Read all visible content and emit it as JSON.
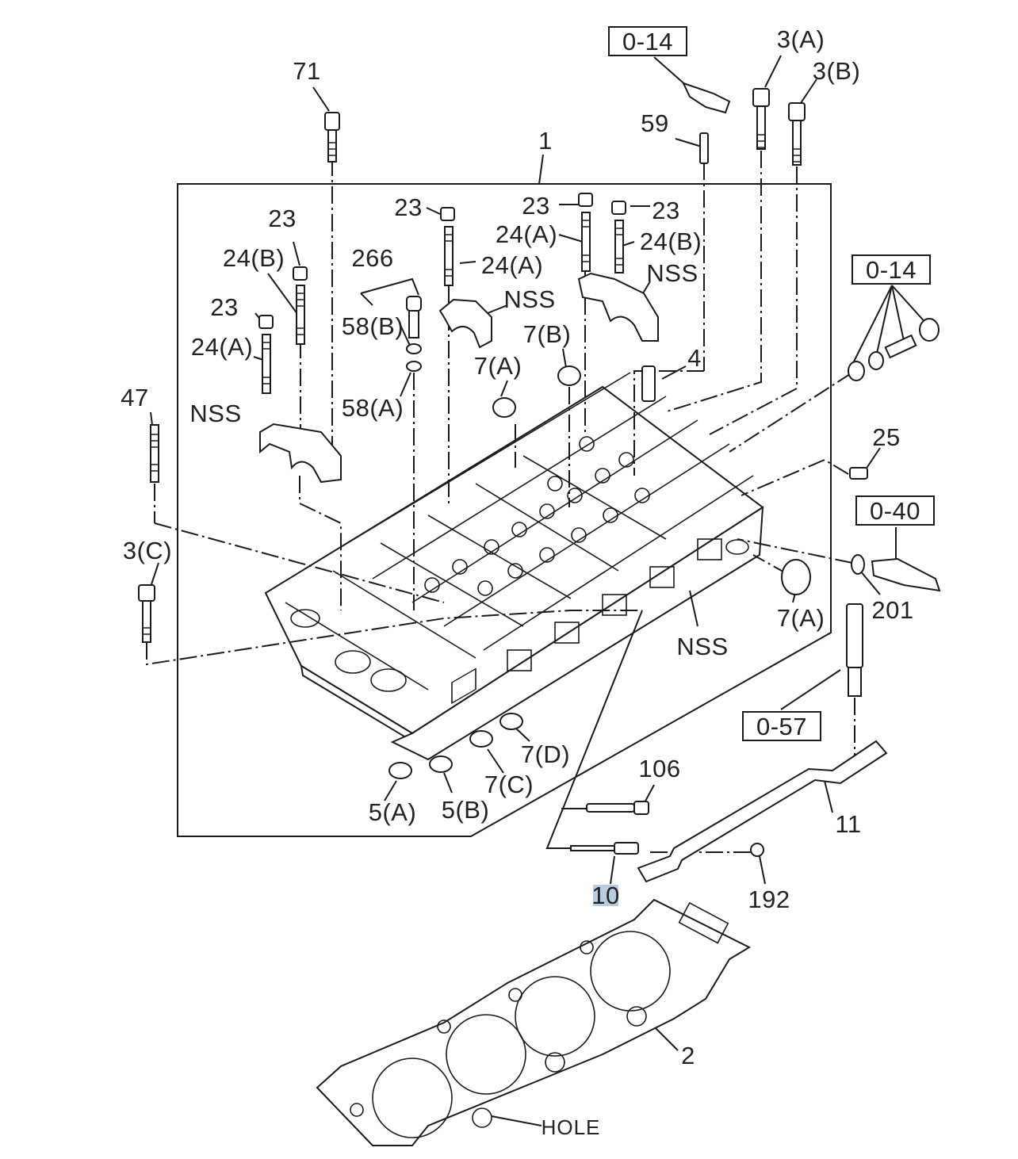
{
  "colors": {
    "line": "#1a1a1a",
    "background": "#ffffff",
    "highlight": "#b8cce4"
  },
  "boxed_refs": {
    "ref_0_14_top": "0-14",
    "ref_0_14_right": "0-14",
    "ref_0_40": "0-40",
    "ref_0_57": "0-57"
  },
  "callouts": {
    "c_1": "1",
    "c_2": "2",
    "c_3a": "3(A)",
    "c_3b": "3(B)",
    "c_3c": "3(C)",
    "c_4": "4",
    "c_5a": "5(A)",
    "c_5b": "5(B)",
    "c_7a_top": "7(A)",
    "c_7b": "7(B)",
    "c_7a_right": "7(A)",
    "c_7c": "7(C)",
    "c_7d": "7(D)",
    "c_10": "10",
    "c_11": "11",
    "c_23_a": "23",
    "c_23_b": "23",
    "c_23_c": "23",
    "c_23_d": "23",
    "c_23_e": "23",
    "c_24a_left": "24(A)",
    "c_24b_left": "24(B)",
    "c_24a_mid": "24(A)",
    "c_24a_top": "24(A)",
    "c_24b_right": "24(B)",
    "c_25": "25",
    "c_47": "47",
    "c_58a": "58(A)",
    "c_58b": "58(B)",
    "c_59": "59",
    "c_71": "71",
    "c_106": "106",
    "c_192": "192",
    "c_201": "201",
    "c_266": "266",
    "nss_left": "NSS",
    "nss_mid": "NSS",
    "nss_right": "NSS",
    "nss_lower": "NSS",
    "hole": "HOLE"
  }
}
